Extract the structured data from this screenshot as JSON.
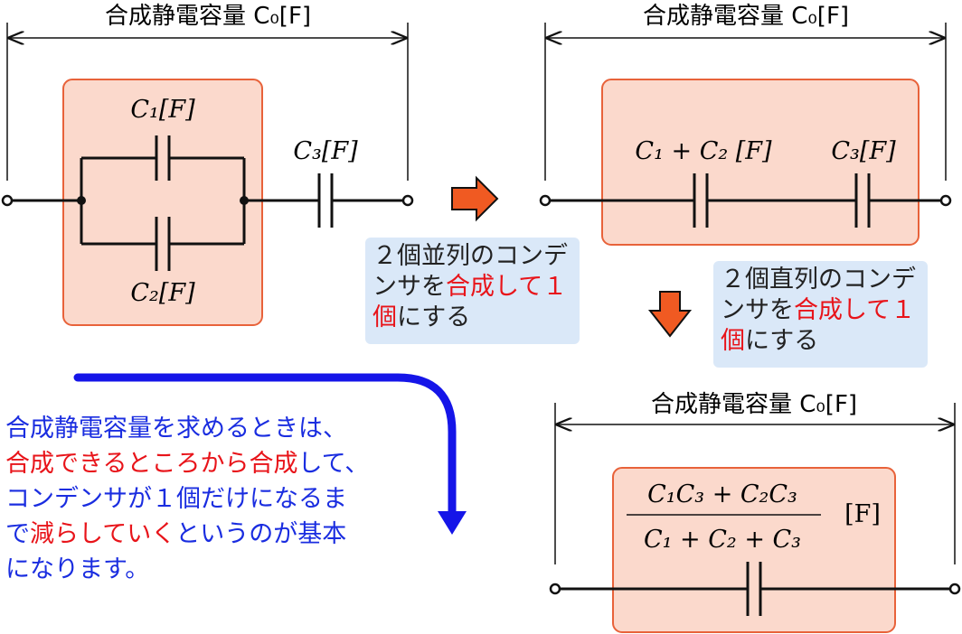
{
  "labels": {
    "c0_top_left": "合成静電容量 C₀[F]",
    "c0_top_right": "合成静電容量 C₀[F]",
    "c0_bottom": "合成静電容量 C₀[F]",
    "c1": "C₁[F]",
    "c2": "C₂[F]",
    "c3_left": "C₃[F]",
    "c1_plus_c2": "C₁ + C₂ [F]",
    "c3_right": "C₃[F]",
    "formula_numerator": "C₁C₃ + C₂C₃",
    "formula_denominator": "C₁ + C₂ + C₃",
    "formula_unit": "[F]"
  },
  "note_parallel": {
    "part1": "２個並列のコンデンサを",
    "part2_red": "合成し",
    "part3_red": "て１個",
    "part4": "にする"
  },
  "note_series": {
    "part1": "２個直列のコンデンサを",
    "part2_red": "合成し",
    "part3_red": "て１個",
    "part4": "にする"
  },
  "explanation": {
    "line1": "合成静電容量を求めるときは、",
    "line2_red": "合成できるところから合成",
    "line2_rest": "して、",
    "line3": "コンデンサが１個だけになるま",
    "line4_start": "で",
    "line4_red1": "減らしていく",
    "line4_rest": "というのが基本",
    "line5": "になります。"
  },
  "colors": {
    "box_fill": "#fbd9cc",
    "box_stroke": "#e8623a",
    "arrow_orange": "#f05a22",
    "note_bg": "#dae8f8",
    "blue_arrow": "#1515e8",
    "blue_text": "#1a2de0",
    "red_text": "#e8141a"
  }
}
